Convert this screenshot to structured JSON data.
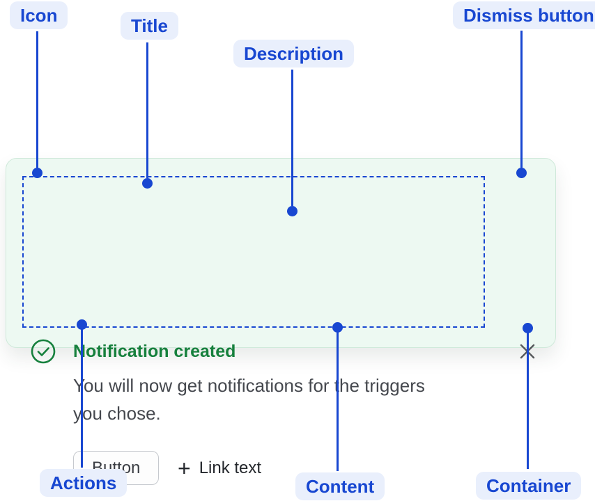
{
  "annotations": {
    "icon": "Icon",
    "title": "Title",
    "description": "Description",
    "dismiss": "Dismiss button",
    "actions": "Actions",
    "content": "Content",
    "container": "Container"
  },
  "toast": {
    "title": "Notification created",
    "description_lines": [
      "You will now get notifications for the triggers",
      "you chose."
    ],
    "button_label": "Button",
    "link_label": "Link text"
  },
  "icons": {
    "status": "check-circle-icon",
    "link_prefix": "plus-icon",
    "dismiss": "close-icon"
  },
  "colors": {
    "annotation_blue": "#1847d1",
    "annotation_pill_bg": "#e9effc",
    "toast_background": "#edf9f2",
    "toast_border": "#cfe9da",
    "success_green": "#16803d",
    "body_text_gray": "#45484e",
    "dismiss_gray": "#54575a",
    "content_outline_blue": "#1847d1"
  }
}
